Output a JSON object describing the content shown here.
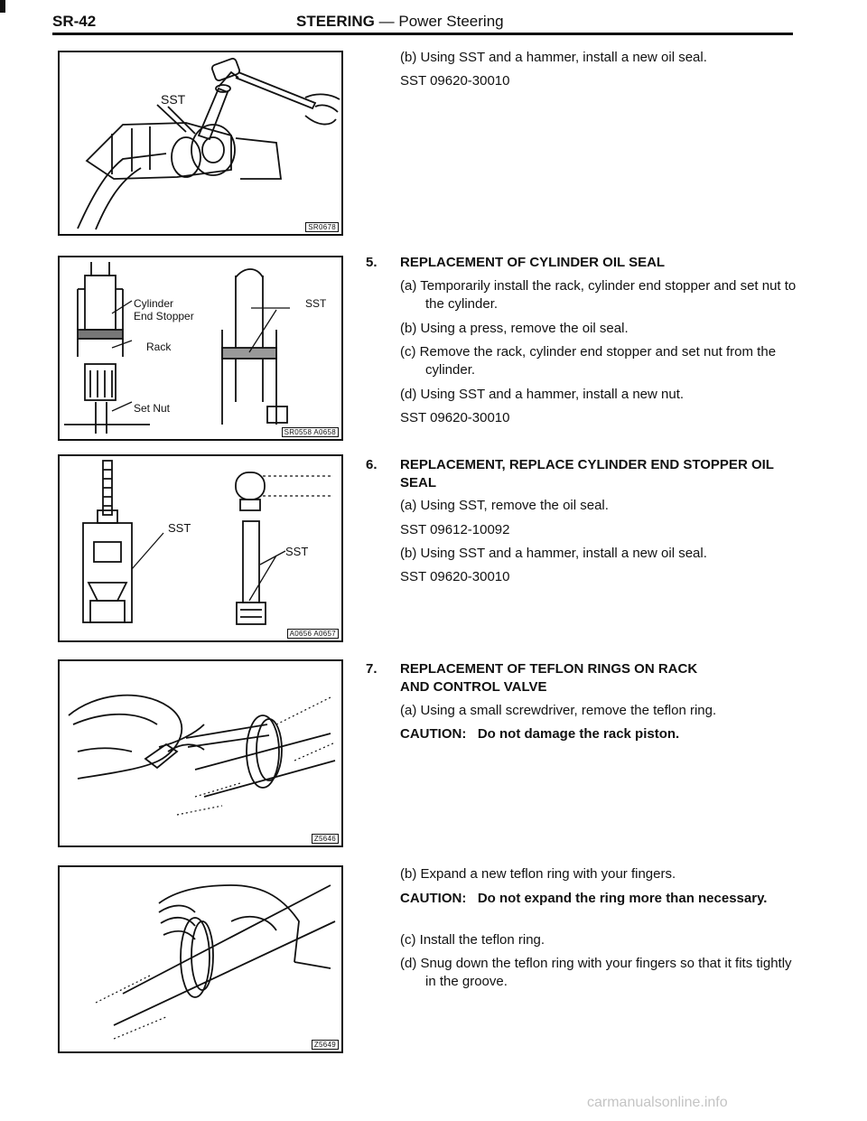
{
  "header": {
    "page_number": "SR-42",
    "section": "STEERING",
    "separator": "—",
    "subsection": "Power Steering"
  },
  "figures": {
    "fig1": {
      "code": "SR0678",
      "label_sst": "SST"
    },
    "fig2": {
      "code": "SR0558 A0658",
      "label_cylinder": "Cylinder",
      "label_end_stopper": "End Stopper",
      "label_rack": "Rack",
      "label_set_nut": "Set Nut",
      "label_sst": "SST"
    },
    "fig3": {
      "code": "A0656 A0657",
      "label_sst_left": "SST",
      "label_sst_right": "SST"
    },
    "fig4": {
      "code": "Z5646"
    },
    "fig5": {
      "code": "Z5649"
    }
  },
  "content": {
    "intro_b": "(b) Using SST and a hammer, install a new oil seal.",
    "intro_sst": "SST 09620-30010",
    "s5": {
      "num": "5.",
      "title": "REPLACEMENT OF CYLINDER OIL SEAL",
      "a": "(a) Temporarily install the rack, cylinder end stopper and set nut to the cylinder.",
      "b": "(b) Using a press, remove the oil seal.",
      "c": "(c) Remove the rack, cylinder end stopper and set nut from the cylinder.",
      "d": "(d) Using SST and a hammer, install a new nut.",
      "sst": "SST 09620-30010"
    },
    "s6": {
      "num": "6.",
      "title": "REPLACEMENT, REPLACE CYLINDER END STOPPER OIL SEAL",
      "a": "(a) Using SST, remove the oil seal.",
      "sst1": "SST 09612-10092",
      "b": "(b) Using SST and a hammer, install a new oil seal.",
      "sst2": "SST 09620-30010"
    },
    "s7": {
      "num": "7.",
      "title": "REPLACEMENT OF TEFLON RINGS ON RACK AND CONTROL VALVE",
      "a": "(a) Using a small screwdriver, remove the teflon ring.",
      "caution1_label": "CAUTION:",
      "caution1_text": "Do not damage the rack piston.",
      "b": "(b) Expand a new teflon ring with your fingers.",
      "caution2_label": "CAUTION:",
      "caution2_text": "Do not expand the ring more than necessary.",
      "c": "(c) Install the teflon ring.",
      "d": "(d) Snug down the teflon ring with your fingers so that it fits tightly in the groove."
    }
  },
  "footer": {
    "site": "carmanualsonline.info"
  }
}
